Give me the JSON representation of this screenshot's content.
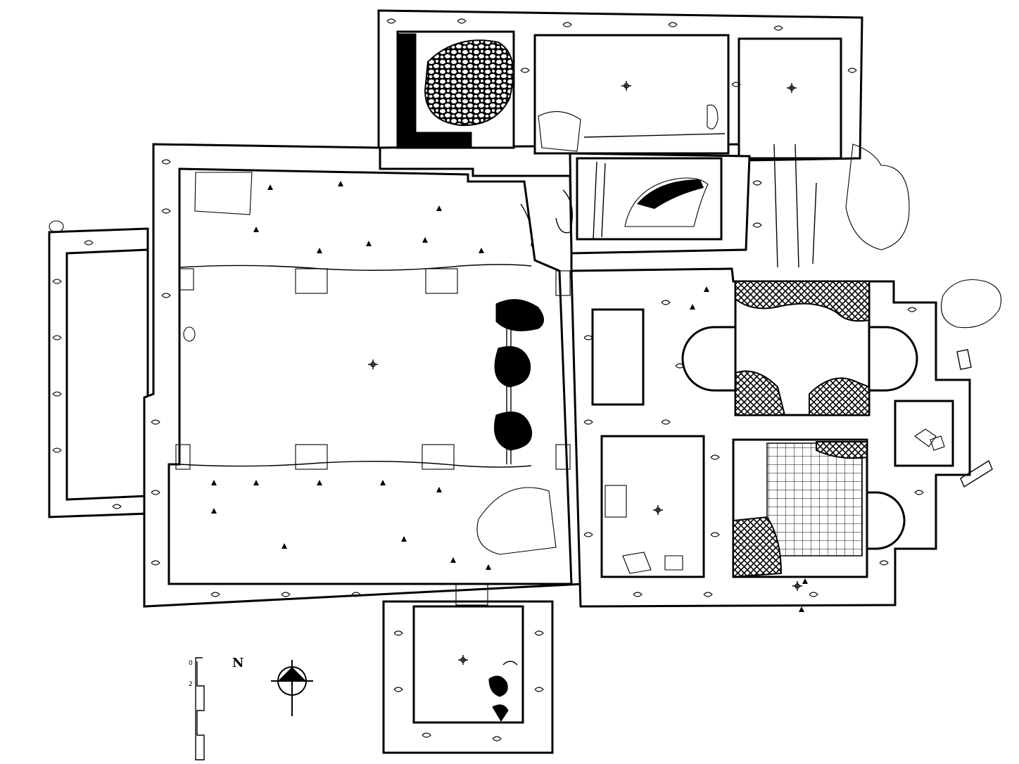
{
  "north_label": "N",
  "scale_labels": [
    "0",
    "2"
  ],
  "colors": {
    "ink": "#000000",
    "paper": "#ffffff"
  },
  "icons": [
    "level-marker-icon",
    "north-arrow-icon"
  ]
}
